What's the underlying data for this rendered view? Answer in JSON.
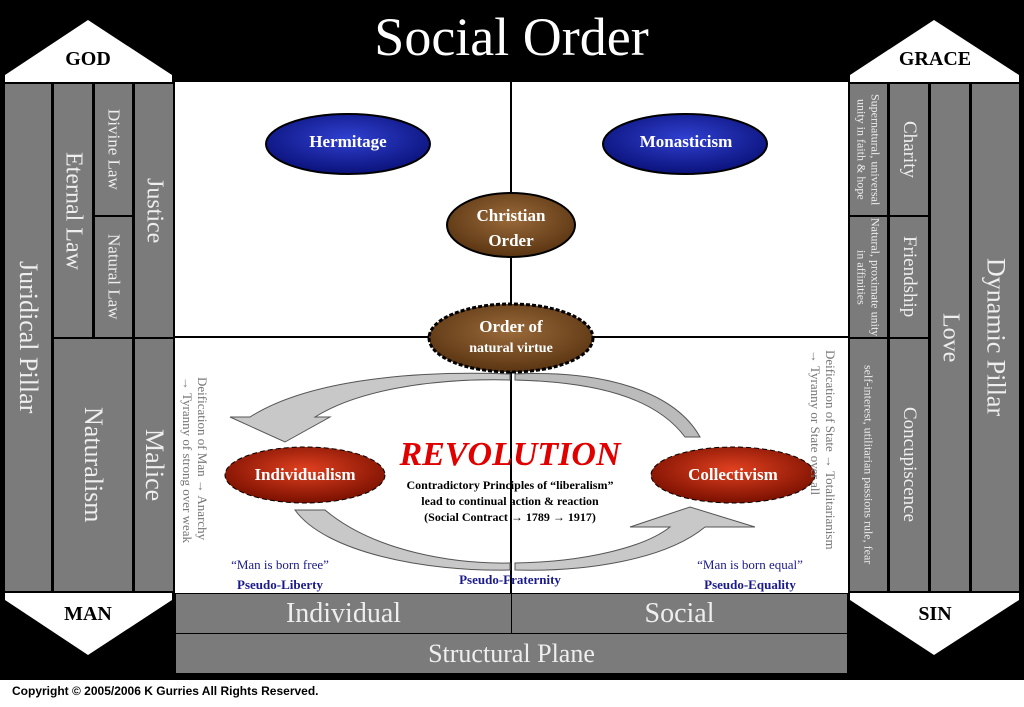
{
  "title": "Social Order",
  "corners": {
    "top_left": "GOD",
    "top_right": "GRACE",
    "bottom_left": "MAN",
    "bottom_right": "SIN"
  },
  "left": {
    "juridical_pillar": "Juridical Pillar",
    "eternal_law": "Eternal Law",
    "divine_law": "Divine Law",
    "natural_law": "Natural Law",
    "justice": "Justice",
    "naturalism": "Naturalism",
    "malice": "Malice"
  },
  "right": {
    "dynamic_pillar": "Dynamic Pillar",
    "love": "Love",
    "charity": "Charity",
    "friendship": "Friendship",
    "concupiscence": "Concupiscence",
    "supernatural": "Supernatural, universal unity in faith & hope",
    "natural": "Natural, proximate unity in affinities",
    "self_interest": "self-interest, utilitarian passions rule, fear"
  },
  "center": {
    "hermitage": "Hermitage",
    "monasticism": "Monasticism",
    "christian_order_1": "Christian",
    "christian_order_2": "Order",
    "natural_virtue_1": "Order of",
    "natural_virtue_2": "natural virtue",
    "revolution": "REVOLUTION",
    "rev_line1": "Contradictory Principles of “liberalism”",
    "rev_line2": "lead to continual action & reaction",
    "rev_line3": "(Social Contract → 1789 → 1917)",
    "individualism": "Individualism",
    "collectivism": "Collectivism",
    "deif_man_1": "Deification of Man → Anarchy",
    "deif_man_2": "→ Tyranny of strong over weak",
    "deif_state_1": "Deification of State → Totalitarianism",
    "deif_state_2": "→ Tyranny or State over all",
    "born_free": "“Man is born free”",
    "pseudo_liberty": "Pseudo-Liberty",
    "pseudo_fraternity": "Pseudo-Fraternity",
    "born_equal": "“Man is born equal”",
    "pseudo_equality": "Pseudo-Equality"
  },
  "bottom": {
    "individual": "Individual",
    "social": "Social",
    "structural_plane": "Structural Plane"
  },
  "copyright": "Copyright © 2005/2006 K Gurries All Rights Reserved."
}
